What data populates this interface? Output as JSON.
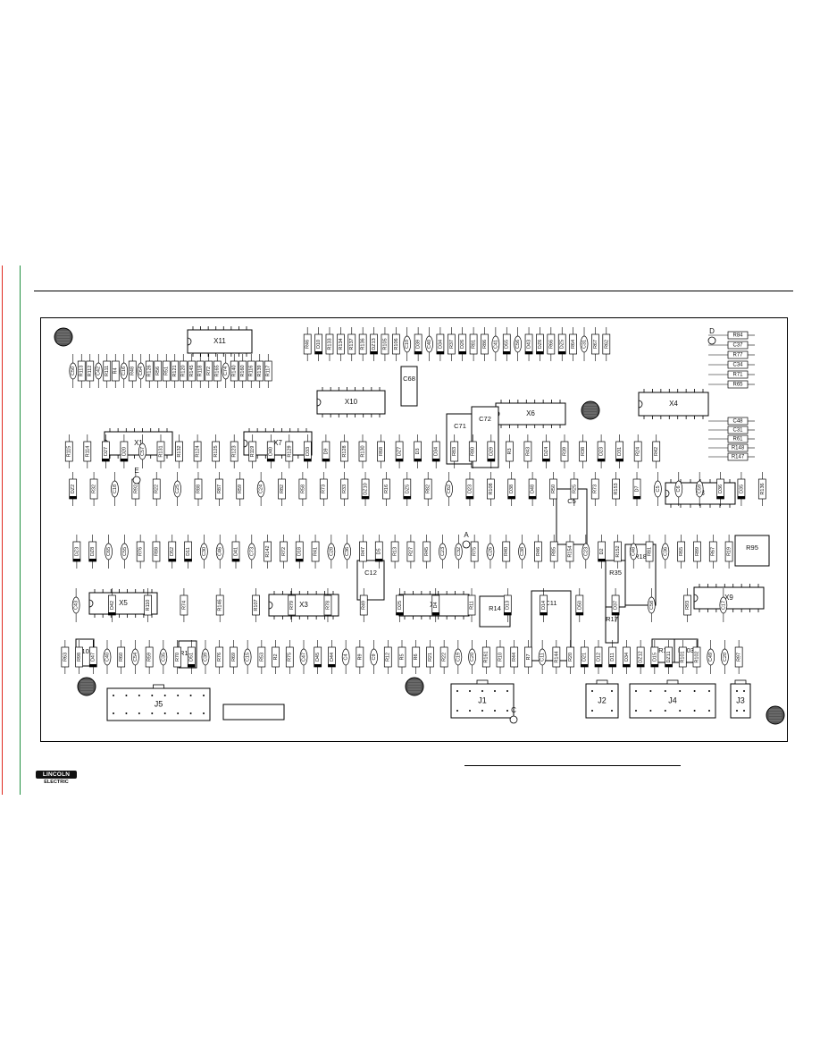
{
  "logo": {
    "line1": "LINCOLN",
    "line2": "ELECTRIC"
  },
  "ics": [
    {
      "label": "X11",
      "pins": 8
    },
    {
      "label": "X1",
      "pins": 8
    },
    {
      "label": "X7",
      "pins": 8
    },
    {
      "label": "X10",
      "pins": 8
    },
    {
      "label": "X6",
      "pins": 8
    },
    {
      "label": "X4",
      "pins": 8
    },
    {
      "label": "X8",
      "pins": 7
    },
    {
      "label": "X5",
      "pins": 8
    },
    {
      "label": "X3",
      "pins": 8
    },
    {
      "label": "X2",
      "pins": 8
    },
    {
      "label": "X9",
      "pins": 8
    }
  ],
  "connectors": [
    "J5",
    "J1",
    "J2",
    "J4",
    "J3"
  ],
  "test_points": [
    "D",
    "E",
    "A",
    "C"
  ],
  "large_parts": [
    "C71",
    "C72",
    "C5",
    "R18",
    "R35",
    "R14",
    "R95",
    "C11",
    "R17",
    "R15",
    "R103",
    "R104",
    "R100",
    "C12",
    "C68"
  ],
  "component_rows": [
    {
      "row": "top-row",
      "labels": [
        "R46",
        "D10",
        "R133",
        "R134",
        "R137",
        "R136",
        "DZ13",
        "R105",
        "R106",
        "C10",
        "D39",
        "C40",
        "D34",
        "R37",
        "D26",
        "R81",
        "R86",
        "C41",
        "D55",
        "C56",
        "D43",
        "DZ6",
        "R66",
        "DZ5",
        "R64",
        "C31",
        "R67",
        "R62"
      ]
    },
    {
      "row": "upper-left",
      "labels": [
        "C50",
        "R113",
        "R112",
        "C42",
        "R111",
        "R4",
        "C16",
        "R48",
        "C64",
        "R126",
        "R56",
        "R51",
        "R121",
        "R120",
        "R145",
        "R118",
        "R72",
        "R165",
        "C74",
        "R140",
        "R160",
        "R116",
        "R139",
        "R117"
      ]
    },
    {
      "row": "mid-row",
      "labels": [
        "R115",
        "R114",
        "D27",
        "D20",
        "C57",
        "R131",
        "R132",
        "R124",
        "R125",
        "R123",
        "R119",
        "D40",
        "R129",
        "D33",
        "D9",
        "R128",
        "R130",
        "R68",
        "DZ7",
        "D3",
        "D34",
        "R83",
        "R80",
        "D29",
        "R3",
        "R43",
        "DZ4",
        "R39",
        "R38",
        "D23",
        "D31",
        "R24",
        "R42"
      ]
    },
    {
      "row": "left-cluster",
      "labels": [
        "DZ2",
        "R32",
        "C18",
        "R92",
        "R22",
        "C25",
        "R88",
        "R87",
        "R59",
        "C24",
        "R82",
        "R58",
        "R73",
        "R33",
        "DZ10",
        "R16",
        "DZ5",
        "R82",
        "C62",
        "D23",
        "R108",
        "D38",
        "D48",
        "R50",
        "R25",
        "R73",
        "R153",
        "D7",
        "C5",
        "C6",
        "C59",
        "D36",
        "D35",
        "R136"
      ]
    },
    {
      "row": "lower-mid",
      "labels": [
        "DZ3",
        "DZ8",
        "C65",
        "C55",
        "R76",
        "R88",
        "D52",
        "D11",
        "C30",
        "C46",
        "D41",
        "C73",
        "R142",
        "R72",
        "D18",
        "R41",
        "C28",
        "C36",
        "R47",
        "D5",
        "R13",
        "R27",
        "R45",
        "C23",
        "C32",
        "R75",
        "C26",
        "R40",
        "C38",
        "R46",
        "R85",
        "R154",
        "C23",
        "D2",
        "R152",
        "C48",
        "R81",
        "C36",
        "R65",
        "R89",
        "R67",
        "R19"
      ]
    },
    {
      "row": "lower-row",
      "labels": [
        "C43",
        "D42",
        "R110",
        "R74",
        "R146",
        "R107",
        "R79",
        "R78",
        "R49",
        "D25",
        "D4",
        "R11",
        "D13",
        "D14",
        "D50",
        "D37",
        "C58",
        "R93",
        "C17"
      ]
    },
    {
      "row": "bottom-row",
      "labels": [
        "R63",
        "R98",
        "D47",
        "C40",
        "R60",
        "C54",
        "R59",
        "C35",
        "R70",
        "D51",
        "C39",
        "R76",
        "R69",
        "C15",
        "R53",
        "R2",
        "R75",
        "C47",
        "D45",
        "D44",
        "C4",
        "R9",
        "C9",
        "R12",
        "R5",
        "R6",
        "R21",
        "R22",
        "C19",
        "C20",
        "R161",
        "R10",
        "R44",
        "R7",
        "C11",
        "R144",
        "R20",
        "D21",
        "D12",
        "D11",
        "D34",
        "DZ12",
        "D15",
        "DZ11",
        "R101",
        "R102",
        "C49",
        "C20",
        "R97"
      ]
    },
    {
      "row": "right-stack",
      "labels": [
        "R84",
        "C37",
        "R77",
        "C34",
        "R71",
        "R65",
        "C48",
        "C31",
        "R61",
        "R148",
        "R147"
      ]
    }
  ]
}
